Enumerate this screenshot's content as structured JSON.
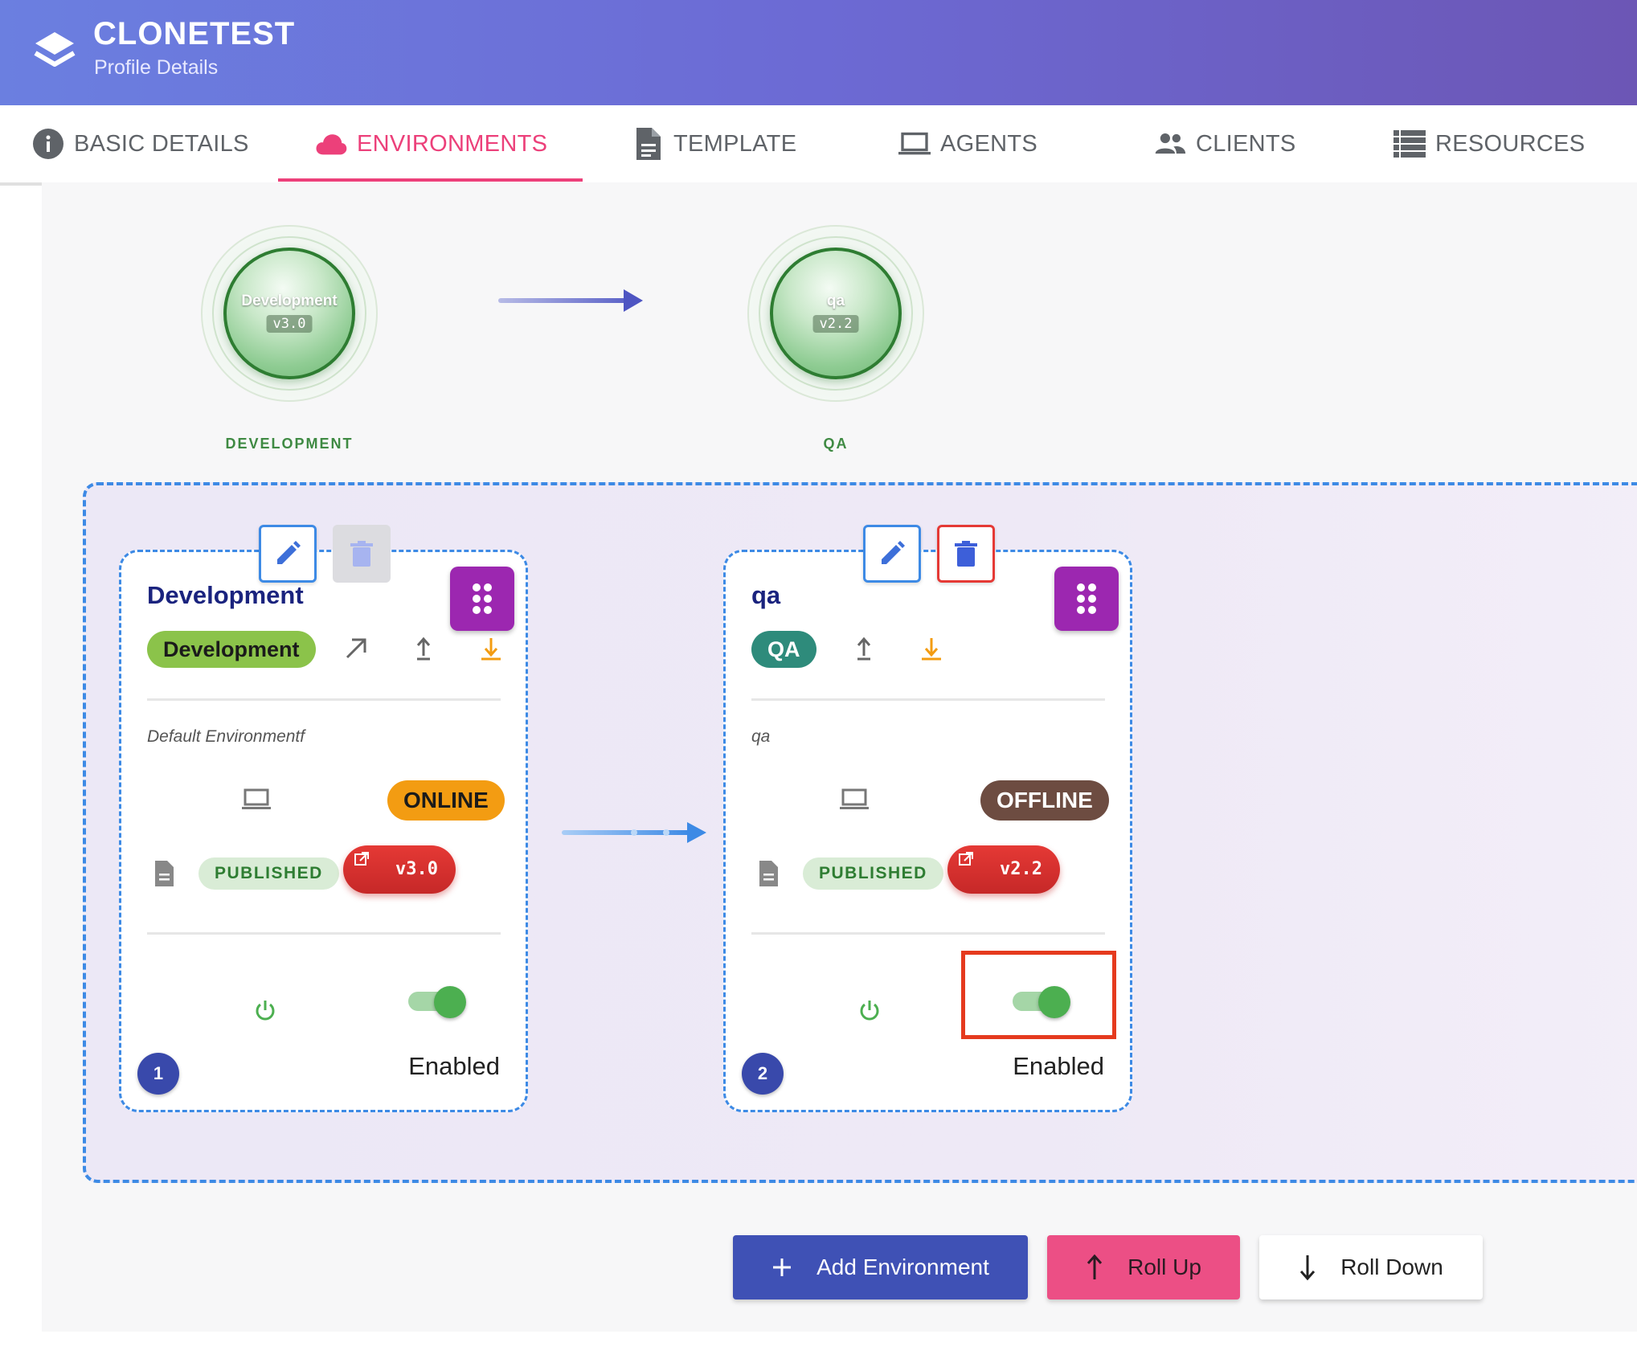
{
  "header": {
    "title": "CLONETEST",
    "subtitle": "Profile Details"
  },
  "tabs": [
    {
      "label": "BASIC DETAILS",
      "icon": "info-icon",
      "active": false
    },
    {
      "label": "ENVIRONMENTS",
      "icon": "cloud-icon",
      "active": true
    },
    {
      "label": "TEMPLATE",
      "icon": "document-icon",
      "active": false
    },
    {
      "label": "AGENTS",
      "icon": "laptop-icon",
      "active": false
    },
    {
      "label": "CLIENTS",
      "icon": "people-icon",
      "active": false
    },
    {
      "label": "RESOURCES",
      "icon": "list-icon",
      "active": false
    }
  ],
  "flow": {
    "nodes": [
      {
        "label": "Development",
        "version": "v3.0",
        "caption": "DEVELOPMENT"
      },
      {
        "label": "qa",
        "version": "v2.2",
        "caption": "QA"
      }
    ]
  },
  "cards": [
    {
      "order": "1",
      "name": "Development",
      "stage": "Development",
      "description": "Default Environmentf",
      "status": "ONLINE",
      "publish_state": "PUBLISHED",
      "version": "v3.0",
      "enabled": true,
      "enabled_label": "Enabled",
      "delete_enabled": false
    },
    {
      "order": "2",
      "name": "qa",
      "stage": "QA",
      "description": "qa",
      "status": "OFFLINE",
      "publish_state": "PUBLISHED",
      "version": "v2.2",
      "enabled": true,
      "enabled_label": "Enabled",
      "delete_enabled": true
    }
  ],
  "actions": {
    "add_label": "Add Environment",
    "rollup_label": "Roll Up",
    "rolldown_label": "Roll Down"
  },
  "colors": {
    "accent_pink": "#ec407a",
    "primary_indigo": "#3f51b5",
    "drag_purple": "#9c27b0",
    "online": "#f39c12",
    "offline": "#6d4c41",
    "version_red": "#e53935",
    "highlight": "#e53a1e"
  }
}
